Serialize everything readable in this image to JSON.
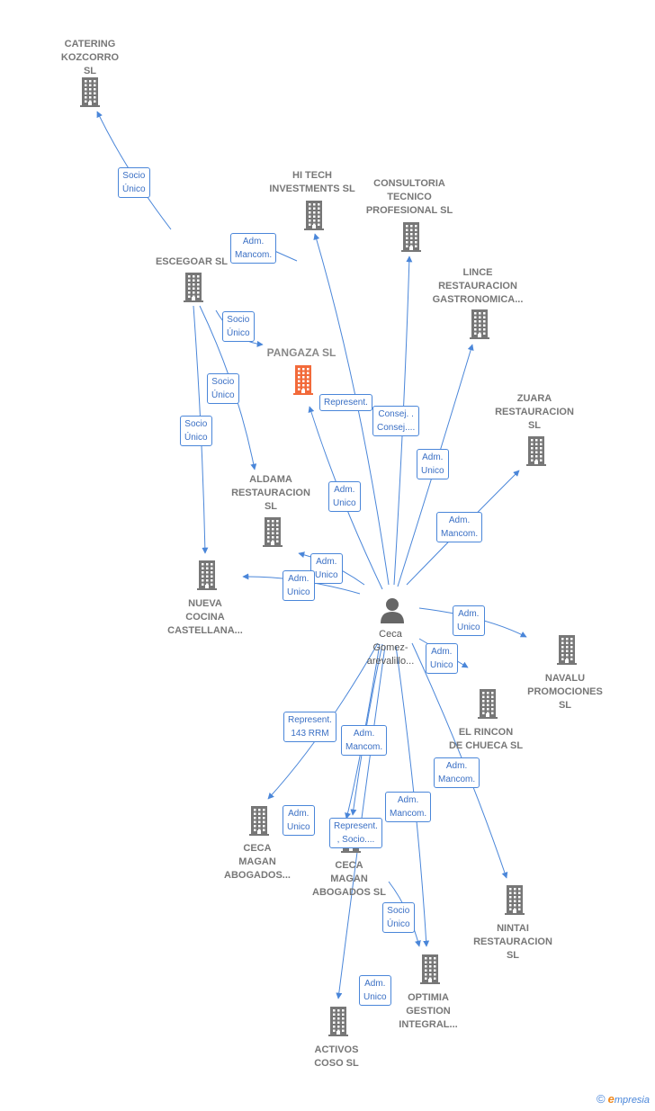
{
  "colors": {
    "company": "#777777",
    "highlight": "#f26a3a",
    "edge": "#4a86d9",
    "person": "#666666"
  },
  "center": {
    "id": "ceca",
    "label": "Ceca\nGomez-\narevalillo..."
  },
  "nodes": [
    {
      "id": "catering",
      "label": "CATERING\nKOZCORRO\nSL"
    },
    {
      "id": "escegoar",
      "label": "ESCEGOAR SL"
    },
    {
      "id": "hitech",
      "label": "HI TECH\nINVESTMENTS SL"
    },
    {
      "id": "consultoria",
      "label": "CONSULTORIA\nTECNICO\nPROFESIONAL SL"
    },
    {
      "id": "lince",
      "label": "LINCE\nRESTAURACION\nGASTRONOMICA..."
    },
    {
      "id": "pangaza",
      "label": "PANGAZA  SL",
      "main": true
    },
    {
      "id": "zuara",
      "label": "ZUARA\nRESTAURACION\nSL"
    },
    {
      "id": "aldama",
      "label": "ALDAMA\nRESTAURACION\nSL"
    },
    {
      "id": "nueva",
      "label": "NUEVA\nCOCINA\nCASTELLANA..."
    },
    {
      "id": "navalu",
      "label": "NAVALU\nPROMOCIONES\nSL"
    },
    {
      "id": "elrincon",
      "label": "EL RINCON\nDE CHUECA SL"
    },
    {
      "id": "ceca1",
      "label": "CECA\nMAGAN\nABOGADOS..."
    },
    {
      "id": "ceca2",
      "label": "CECA\nMAGAN\nABOGADOS SL"
    },
    {
      "id": "nintai",
      "label": "NINTAI\nRESTAURACION\nSL"
    },
    {
      "id": "optimia",
      "label": "OPTIMIA\nGESTION\nINTEGRAL..."
    },
    {
      "id": "activos",
      "label": "ACTIVOS\nCOSO  SL"
    }
  ],
  "edges": [
    {
      "from": "escegoar",
      "to": "catering",
      "label": "Socio\nÚnico"
    },
    {
      "from": "escegoar",
      "to": "pangaza",
      "label": "Socio\nÚnico"
    },
    {
      "from": "escegoar",
      "to": "aldama",
      "label": "Socio\nÚnico"
    },
    {
      "from": "escegoar",
      "to": "nueva",
      "label": "Socio\nÚnico"
    },
    {
      "from": "ceca",
      "to": "escegoar",
      "label": "Adm.\nMancom."
    },
    {
      "from": "ceca",
      "to": "pangaza",
      "label": "Adm.\nUnico"
    },
    {
      "from": "ceca",
      "to": "hitech",
      "label": "Represent."
    },
    {
      "from": "ceca",
      "to": "consultoria",
      "label": "Consej. .\nConsej...."
    },
    {
      "from": "ceca",
      "to": "lince",
      "label": "Adm.\nUnico"
    },
    {
      "from": "ceca",
      "to": "zuara",
      "label": "Adm.\nMancom."
    },
    {
      "from": "ceca",
      "to": "aldama",
      "label": "Adm.\nUnico"
    },
    {
      "from": "ceca",
      "to": "nueva",
      "label": "Adm.\nUnico"
    },
    {
      "from": "ceca",
      "to": "navalu",
      "label": "Adm.\nUnico"
    },
    {
      "from": "ceca",
      "to": "elrincon",
      "label": "Adm.\nUnico"
    },
    {
      "from": "ceca",
      "to": "nintai",
      "label": "Adm.\nMancom."
    },
    {
      "from": "ceca",
      "to": "ceca1",
      "label": "Represent.\n143 RRM"
    },
    {
      "from": "ceca",
      "to": "ceca2",
      "label": "Adm.\nMancom."
    },
    {
      "from": "ceca",
      "to": "activos",
      "label": "Adm.\nUnico"
    },
    {
      "from": "ceca",
      "to": "optimia",
      "label": "Adm.\nMancom."
    },
    {
      "from": "ceca",
      "to": "optimia",
      "label": "Socio\nÚnico"
    },
    {
      "from": "ceca",
      "to": "ceca2",
      "label": "Represent.\n, Socio...."
    },
    {
      "from": "ceca",
      "to": "ceca1",
      "label": "Adm.\nUnico"
    }
  ],
  "brand": {
    "copyright": "©",
    "initial": "e",
    "rest": "mpresia"
  }
}
